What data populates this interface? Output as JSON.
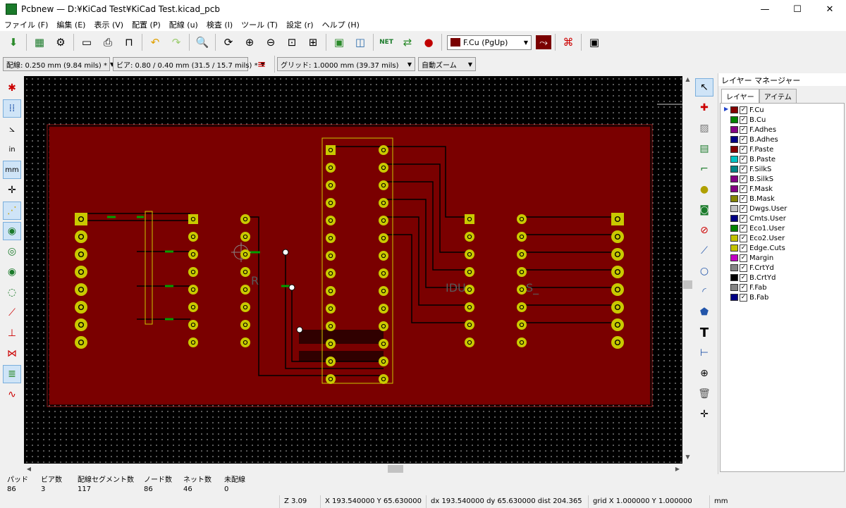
{
  "window": {
    "title": "Pcbnew — D:¥KiCad Test¥KiCad Test.kicad_pcb",
    "minimize": "—",
    "maximize": "☐",
    "close": "✕"
  },
  "menu": [
    "ファイル (F)",
    "編集 (E)",
    "表示 (V)",
    "配置 (P)",
    "配線 (u)",
    "検査 (I)",
    "ツール (T)",
    "設定 (r)",
    "ヘルプ (H)"
  ],
  "toolbar": {
    "active_layer": "F.Cu (PgUp)",
    "active_layer_color": "#7a0000"
  },
  "toolbar2": {
    "track_width": "配線: 0.250 mm (9.84 mils) *",
    "via_size": "ビア: 0.80 / 0.40 mm (31.5 / 15.7 mils) *",
    "grid": "グリッド: 1.0000 mm (39.37 mils)",
    "zoom": "自動ズーム"
  },
  "layer_manager": {
    "title": "レイヤー マネージャー",
    "tabs": [
      "レイヤー",
      "アイテム"
    ],
    "layers": [
      {
        "name": "F.Cu",
        "color": "#840000",
        "checked": true
      },
      {
        "name": "B.Cu",
        "color": "#008400",
        "checked": true
      },
      {
        "name": "F.Adhes",
        "color": "#840084",
        "checked": true
      },
      {
        "name": "B.Adhes",
        "color": "#000084",
        "checked": true
      },
      {
        "name": "F.Paste",
        "color": "#840000",
        "checked": true
      },
      {
        "name": "B.Paste",
        "color": "#00c2c2",
        "checked": true
      },
      {
        "name": "F.SilkS",
        "color": "#008484",
        "checked": true
      },
      {
        "name": "B.SilkS",
        "color": "#840084",
        "checked": true
      },
      {
        "name": "F.Mask",
        "color": "#840084",
        "checked": true
      },
      {
        "name": "B.Mask",
        "color": "#848400",
        "checked": true
      },
      {
        "name": "Dwgs.User",
        "color": "#c2c2c2",
        "checked": true
      },
      {
        "name": "Cmts.User",
        "color": "#000084",
        "checked": true
      },
      {
        "name": "Eco1.User",
        "color": "#008400",
        "checked": true
      },
      {
        "name": "Eco2.User",
        "color": "#c2c200",
        "checked": true
      },
      {
        "name": "Edge.Cuts",
        "color": "#c2c200",
        "checked": true
      },
      {
        "name": "Margin",
        "color": "#c200c2",
        "checked": true
      },
      {
        "name": "F.CrtYd",
        "color": "#848484",
        "checked": true
      },
      {
        "name": "B.CrtYd",
        "color": "#000000",
        "checked": true
      },
      {
        "name": "F.Fab",
        "color": "#848484",
        "checked": true
      },
      {
        "name": "B.Fab",
        "color": "#000084",
        "checked": true
      }
    ]
  },
  "board_stats": [
    {
      "label": "パッド",
      "value": "86"
    },
    {
      "label": "ビア数",
      "value": "3"
    },
    {
      "label": "配線セグメント数",
      "value": "117"
    },
    {
      "label": "ノード数",
      "value": "86"
    },
    {
      "label": "ネット数",
      "value": "46"
    },
    {
      "label": "未配線",
      "value": "0"
    }
  ],
  "statusbar": {
    "zoom": "Z 3.09",
    "xy": "X 193.540000  Y 65.630000",
    "delta": "dx 193.540000  dy 65.630000  dist 204.365",
    "grid": "grid X 1.000000  Y 1.000000",
    "units": "mm"
  },
  "silk_text": [
    "R",
    "IDU",
    "S_"
  ]
}
